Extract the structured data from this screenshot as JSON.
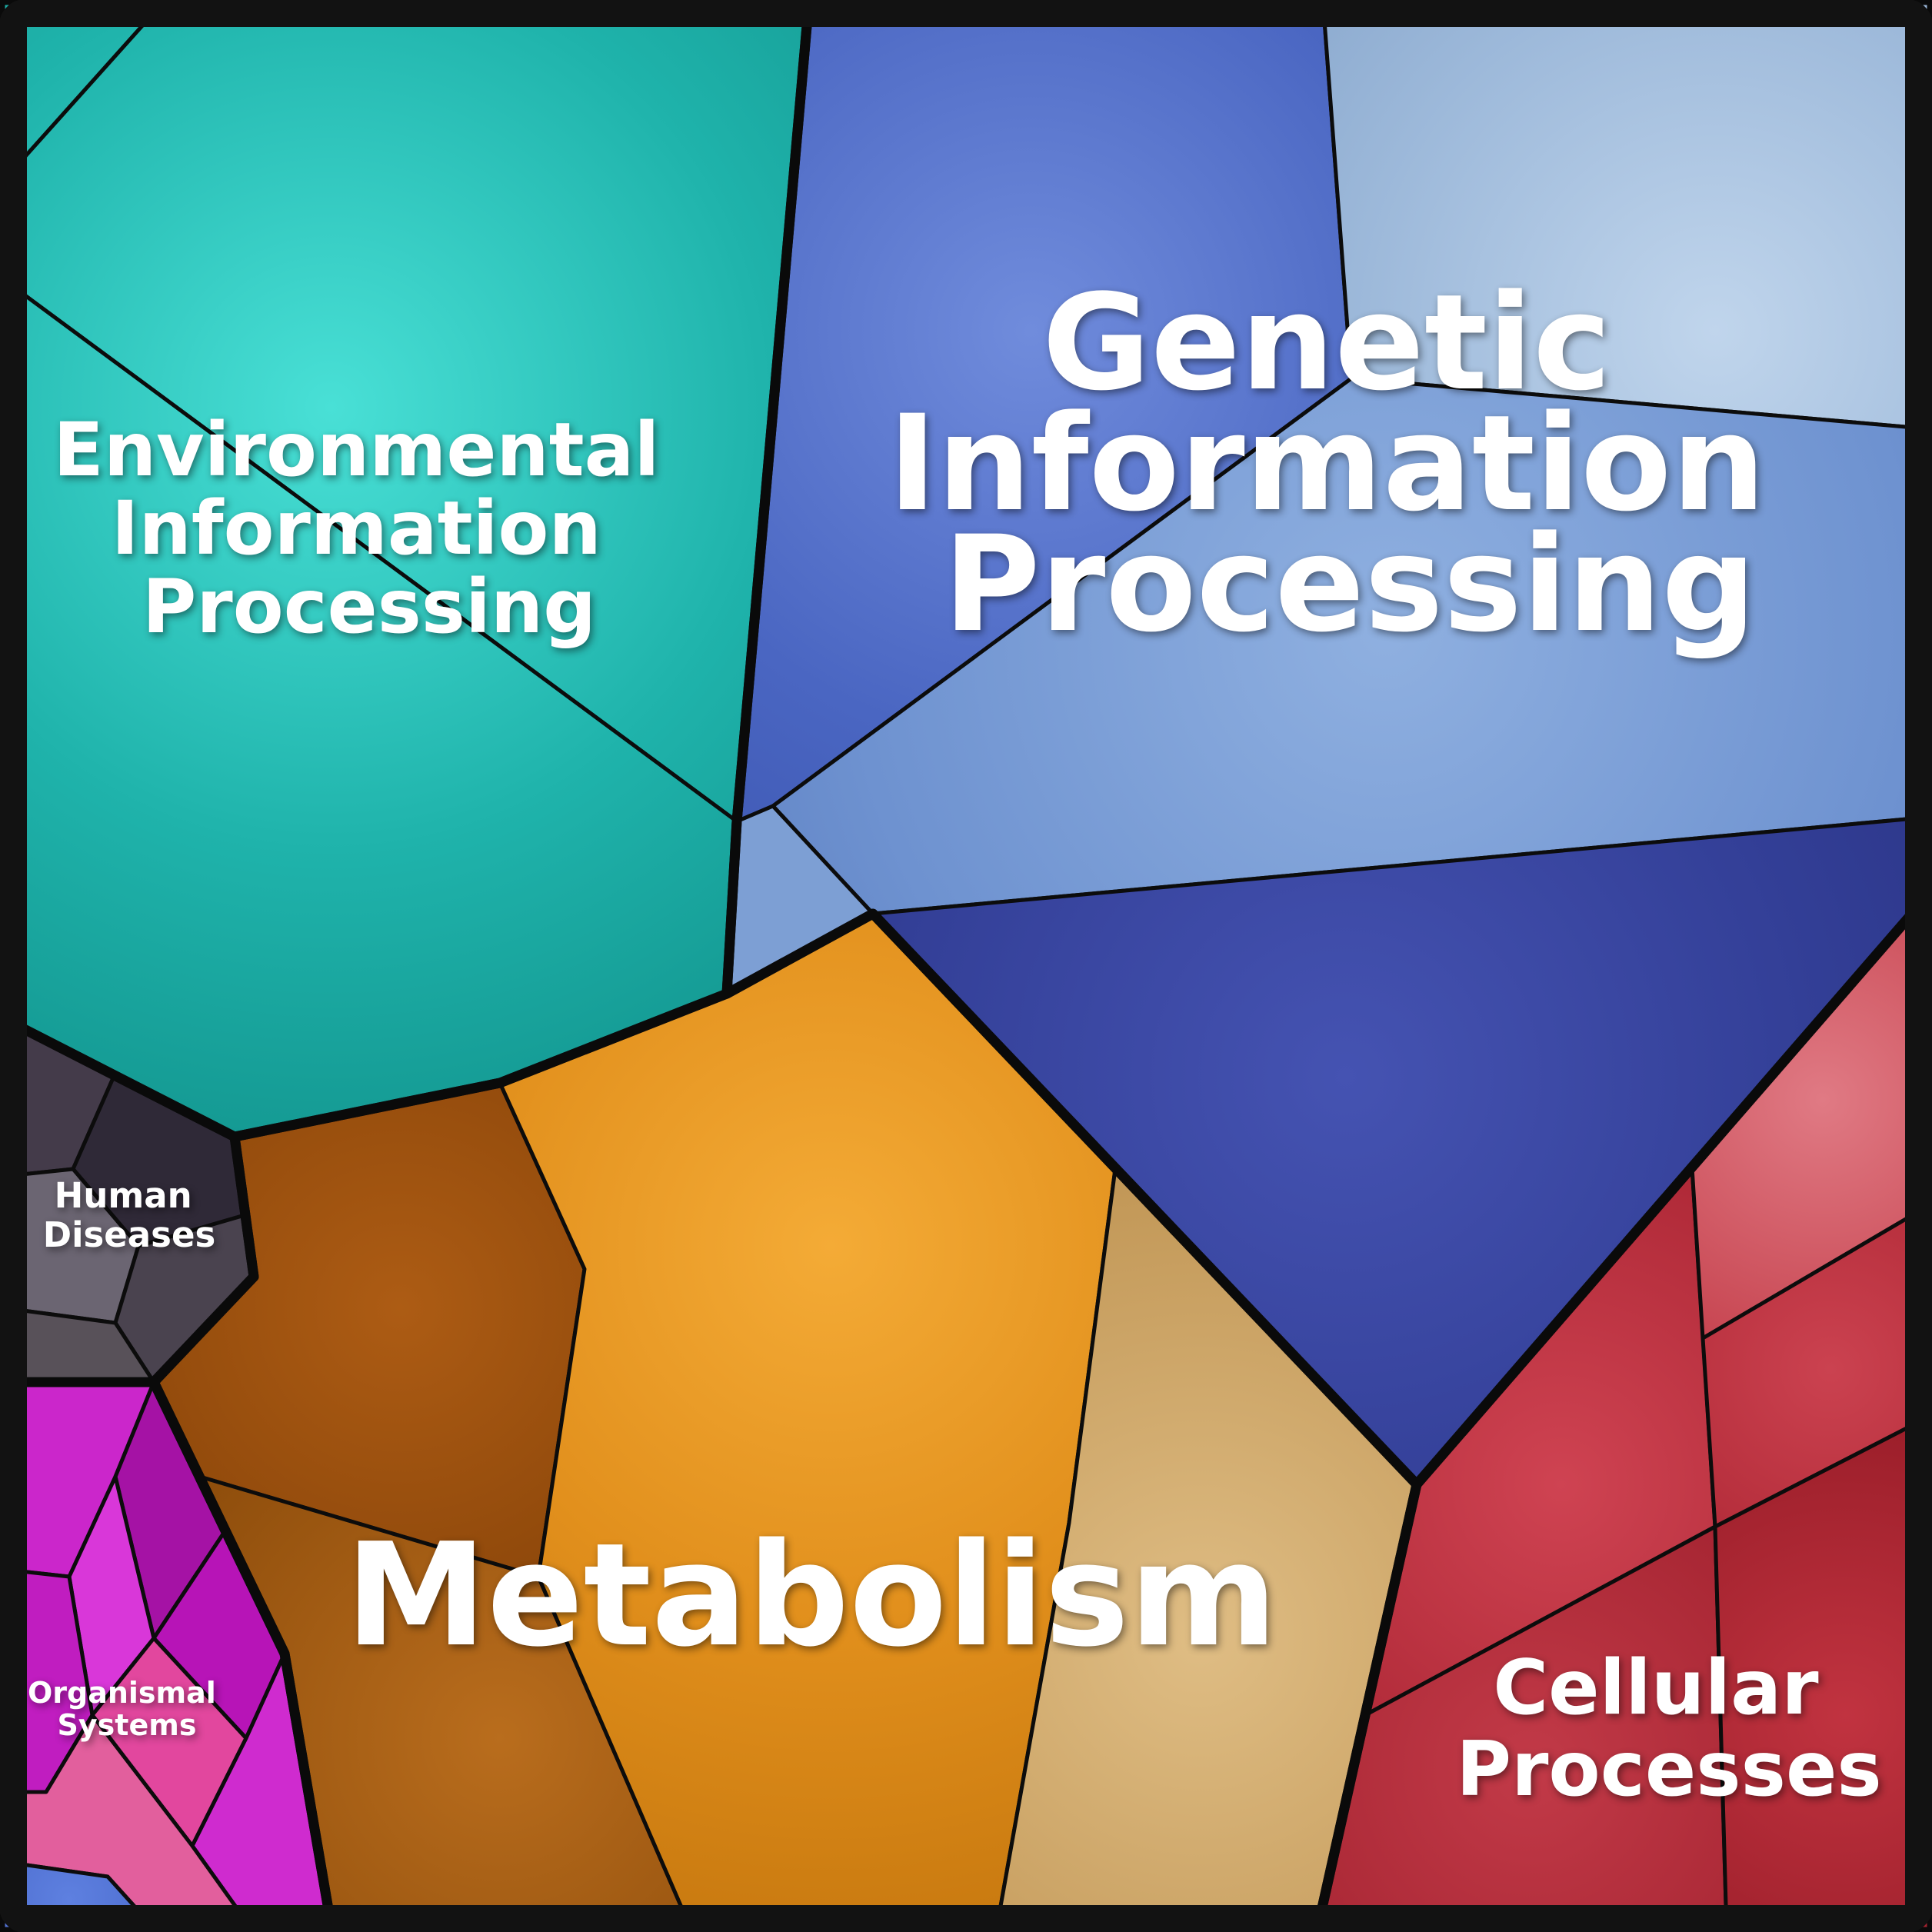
{
  "chart_data": {
    "type": "treemap",
    "variant": "voronoi-polygonal",
    "title": "",
    "categories": [
      {
        "label": "Genetic Information Processing",
        "share_pct_est": 31,
        "color": "#5c80c4"
      },
      {
        "label": "Metabolism",
        "share_pct_est": 26,
        "color": "#e18f1c"
      },
      {
        "label": "Environmental Information Processing",
        "share_pct_est": 20,
        "color": "#1fb3ab"
      },
      {
        "label": "Cellular Processes",
        "share_pct_est": 12,
        "color": "#c23a46"
      },
      {
        "label": "Organismal Systems",
        "share_pct_est": 5,
        "color": "#c01dc0"
      },
      {
        "label": "Human Diseases",
        "share_pct_est": 3,
        "color": "#443b4a"
      },
      {
        "label": "(unlabeled blue corner cell)",
        "share_pct_est": 3,
        "color": "#4a6fd8"
      }
    ],
    "legend": "none",
    "grid": "off",
    "notes": "Polygonal Voronoi treemap; each labeled top-level category is subdivided into smaller polygonal sub-cells with black borders."
  },
  "labels": {
    "eip": {
      "line1": "Environmental",
      "line2": "Information",
      "line3": "Processing"
    },
    "gip": {
      "line1": "Genetic",
      "line2": "Information",
      "line3": "Processing"
    },
    "metabolism": {
      "line1": "Metabolism"
    },
    "cellular_processes": {
      "line1": "Cellular",
      "line2": "Processes"
    },
    "human_diseases": {
      "line1": "Human",
      "line2": "Diseases"
    },
    "organismal_systems": {
      "line1": "Organismal",
      "line2": "Systems"
    }
  }
}
